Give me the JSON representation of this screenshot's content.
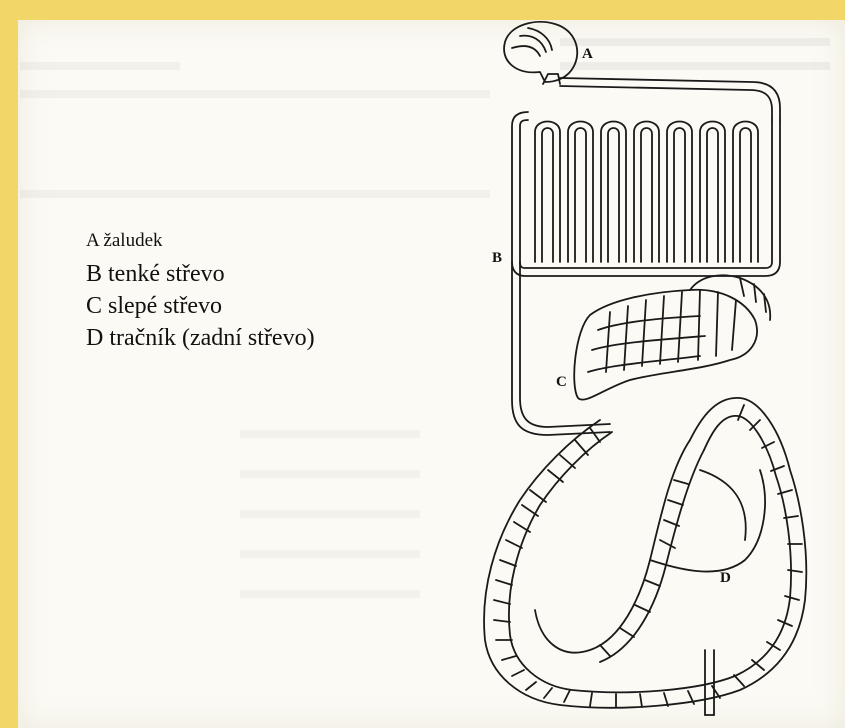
{
  "legend": {
    "a": "A žaludek",
    "b": "B tenké střevo",
    "c": "C slepé střevo",
    "d": "D tračník (zadní střevo)"
  },
  "diagram_labels": {
    "a": "A",
    "b": "B",
    "c": "C",
    "d": "D"
  },
  "colors": {
    "frame": "#f3d668",
    "paper": "#fbfaf4",
    "ink": "#111111"
  }
}
